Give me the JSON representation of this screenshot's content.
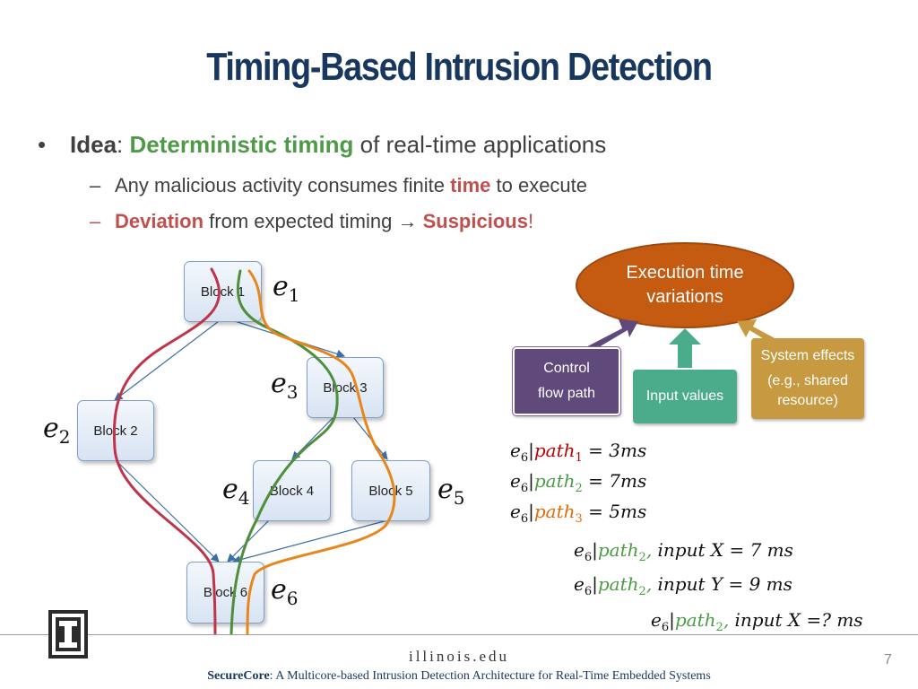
{
  "title": "Timing-Based Intrusion Detection",
  "bullet": {
    "idea_label": "Idea",
    "idea_colon": ":",
    "idea_highlight": "Deterministic timing",
    "idea_rest": " of real-time applications"
  },
  "sub1": {
    "text_before": "Any malicious activity consumes finite ",
    "highlight": "time",
    "text_after": " to execute"
  },
  "sub2": {
    "highlight1": "Deviation",
    "middle": " from expected timing → ",
    "highlight2": "Suspicious",
    "end": "!"
  },
  "blocks": {
    "b1": "Block 1",
    "b2": "Block 2",
    "b3": "Block 3",
    "b4": "Block 4",
    "b5": "Block 5",
    "b6": "Block 6"
  },
  "edges": {
    "e1": "1",
    "e2": "2",
    "e3": "3",
    "e4": "4",
    "e5": "5",
    "e6": "6",
    "base": "e"
  },
  "factors": {
    "oval_line1": "Execution time",
    "oval_line2": "variations",
    "control_line1": "Control",
    "control_line2": "flow path",
    "input": "Input values",
    "system_line1": "System effects",
    "system_line2": "(e.g., shared",
    "system_line3": "resource)"
  },
  "equations": {
    "eq1": {
      "path_sub": "1",
      "value": "= 3ms"
    },
    "eq2": {
      "path_sub": "2",
      "value": "= 7ms"
    },
    "eq3": {
      "path_sub": "3",
      "value": "= 5ms"
    },
    "eq4": {
      "input": "input X = 7 ms"
    },
    "eq5": {
      "input": "input Y = 9 ms"
    },
    "eq6": {
      "input": "input X =?  ms"
    },
    "e_base": "e",
    "e_sub": "6",
    "bar": "|",
    "path_word": "path",
    "comma": ","
  },
  "colors": {
    "path1": "#c0344a",
    "path2": "#4e8f3a",
    "path3": "#e7861a",
    "title": "#17375e",
    "oval": "#c55a11",
    "control": "#604a7b",
    "input": "#4bac8c",
    "system": "#c79a42"
  },
  "footer": {
    "url": "illinois.edu",
    "caption_bold": "SecureCore",
    "caption_rest": ": A Multicore-based Intrusion Detection Architecture for Real-Time Embedded Systems",
    "page": "7"
  }
}
